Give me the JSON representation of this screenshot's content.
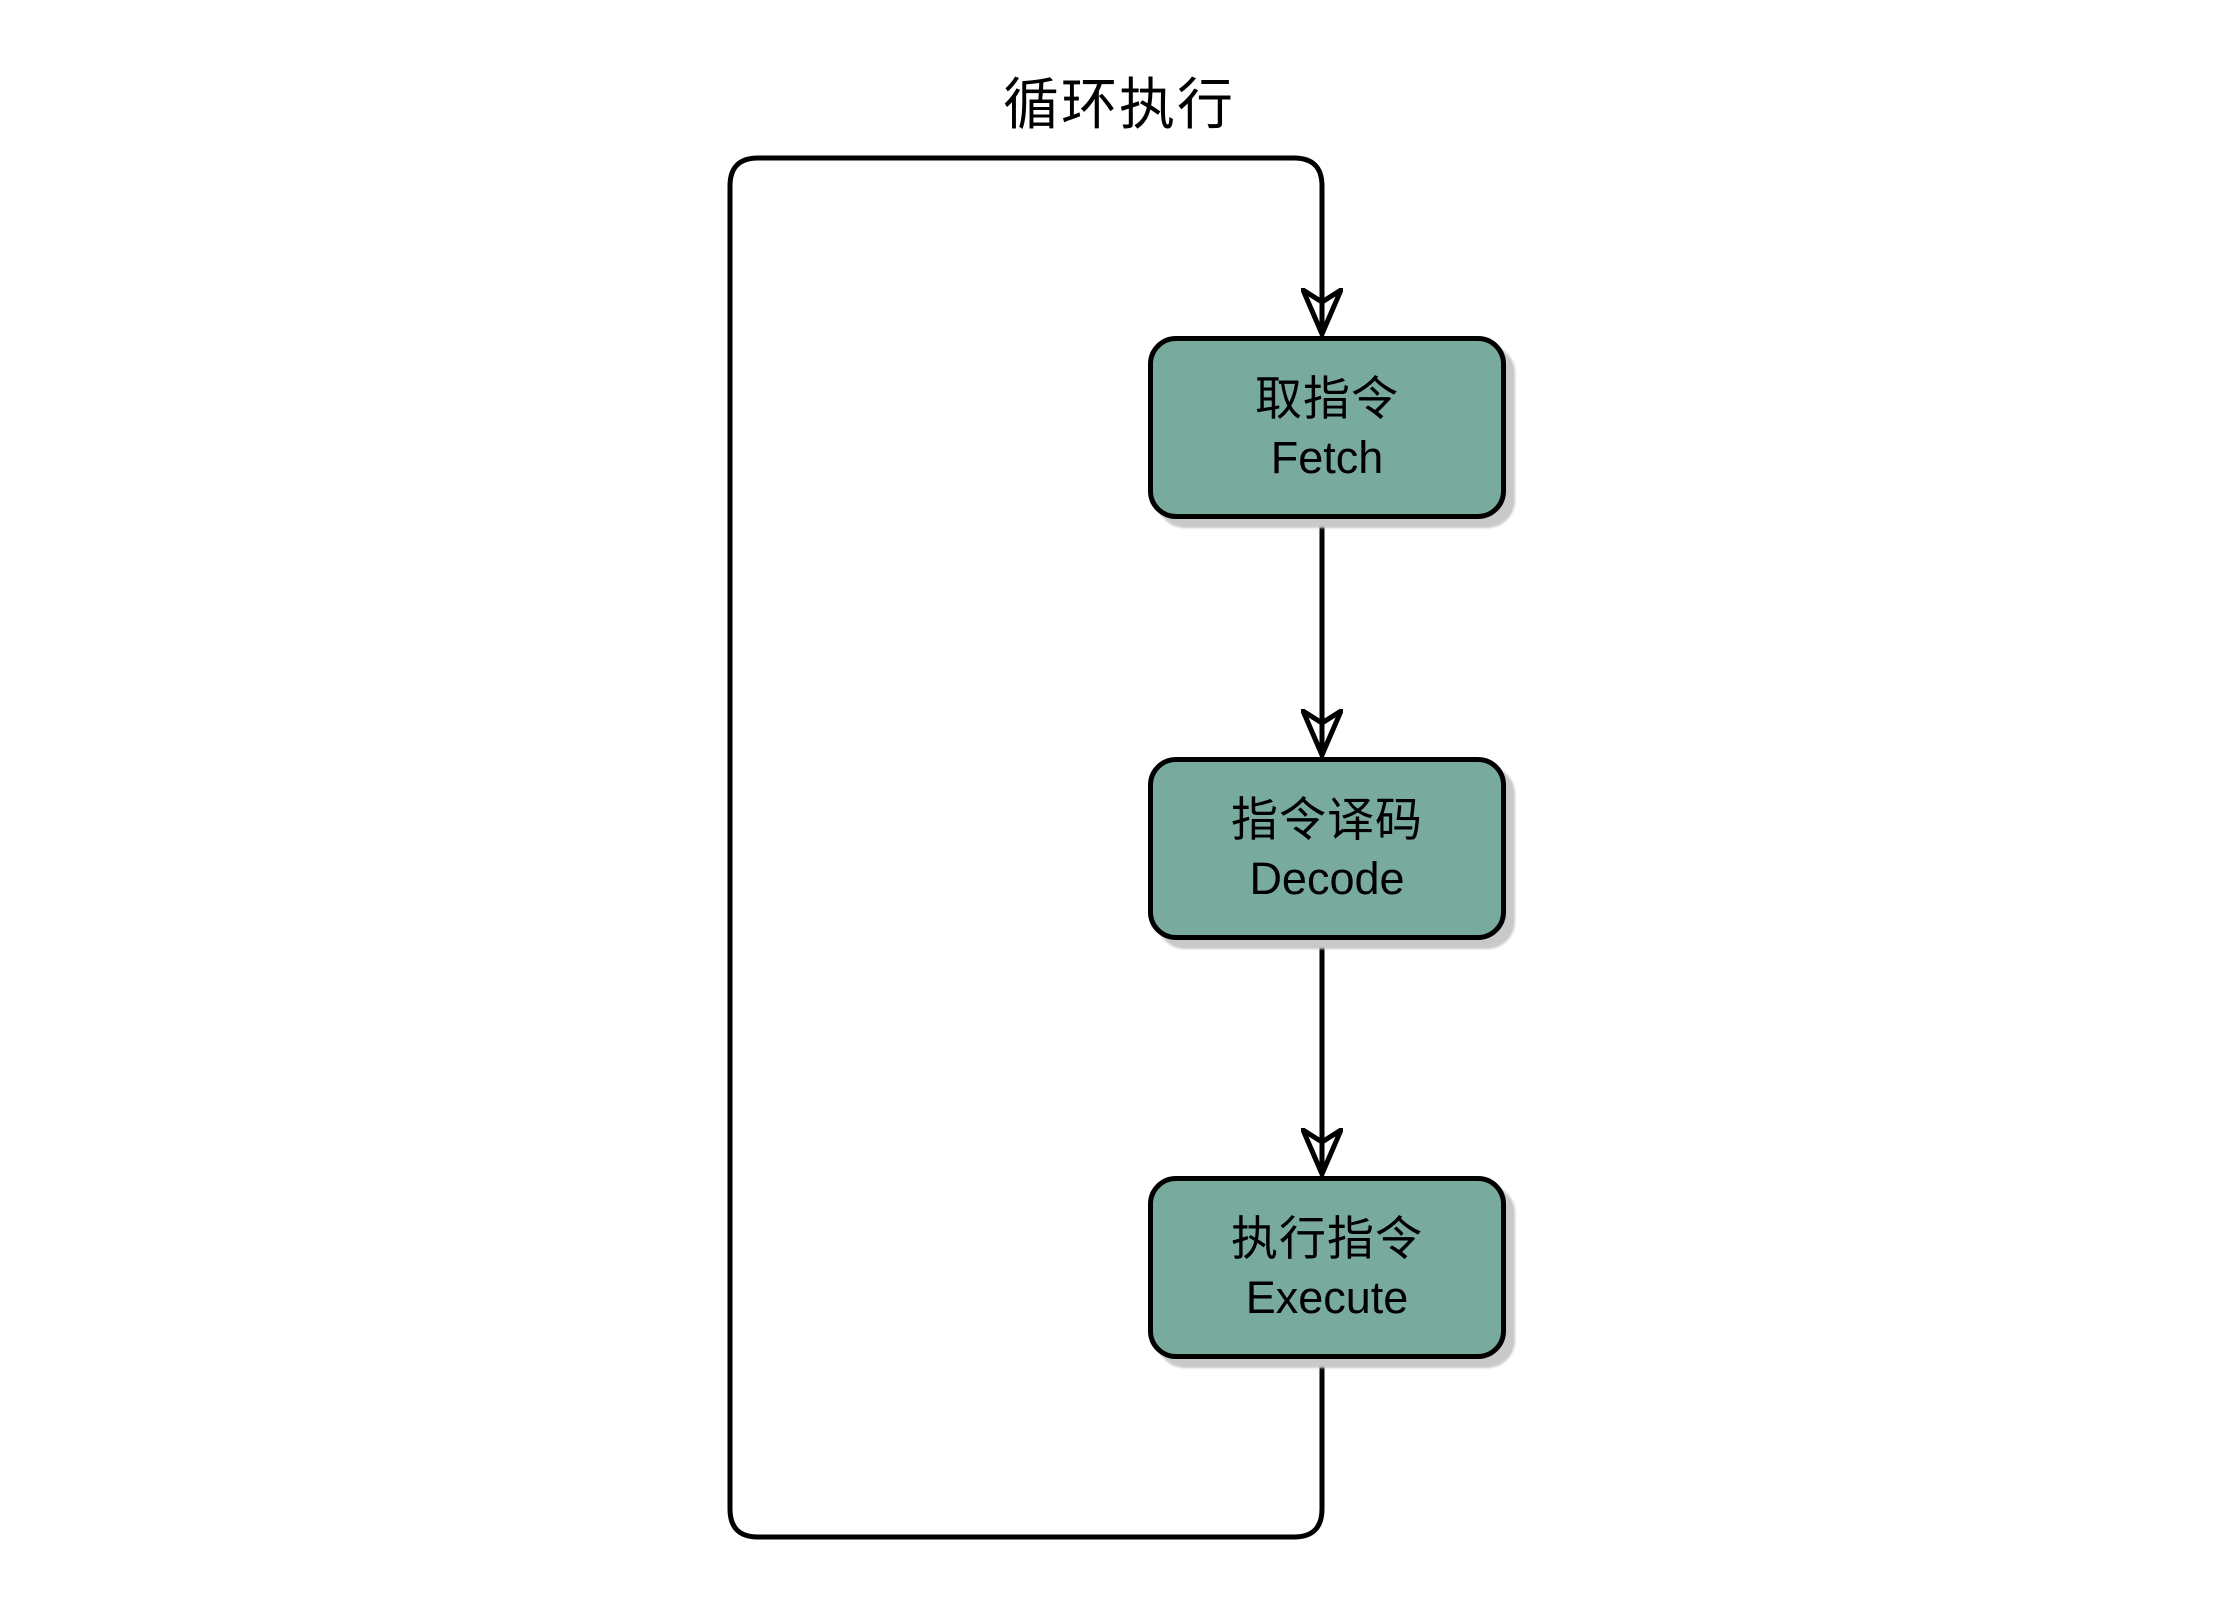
{
  "diagram": {
    "title": "循环执行",
    "type": "flowchart-loop",
    "nodes": [
      {
        "id": "fetch",
        "label_zh": "取指令",
        "label_en": "Fetch"
      },
      {
        "id": "decode",
        "label_zh": "指令译码",
        "label_en": "Decode"
      },
      {
        "id": "execute",
        "label_zh": "执行指令",
        "label_en": "Execute"
      }
    ],
    "edges": [
      {
        "from": "fetch",
        "to": "decode",
        "style": "arrow-down"
      },
      {
        "from": "decode",
        "to": "execute",
        "style": "arrow-down"
      },
      {
        "from": "execute",
        "to": "fetch",
        "style": "loop-back-around-left"
      }
    ],
    "colors": {
      "node_fill": "#79aa9e",
      "node_border": "#000000",
      "connector": "#000000",
      "shadow": "#c9c9c9",
      "background": "#ffffff",
      "text": "#000000"
    }
  }
}
